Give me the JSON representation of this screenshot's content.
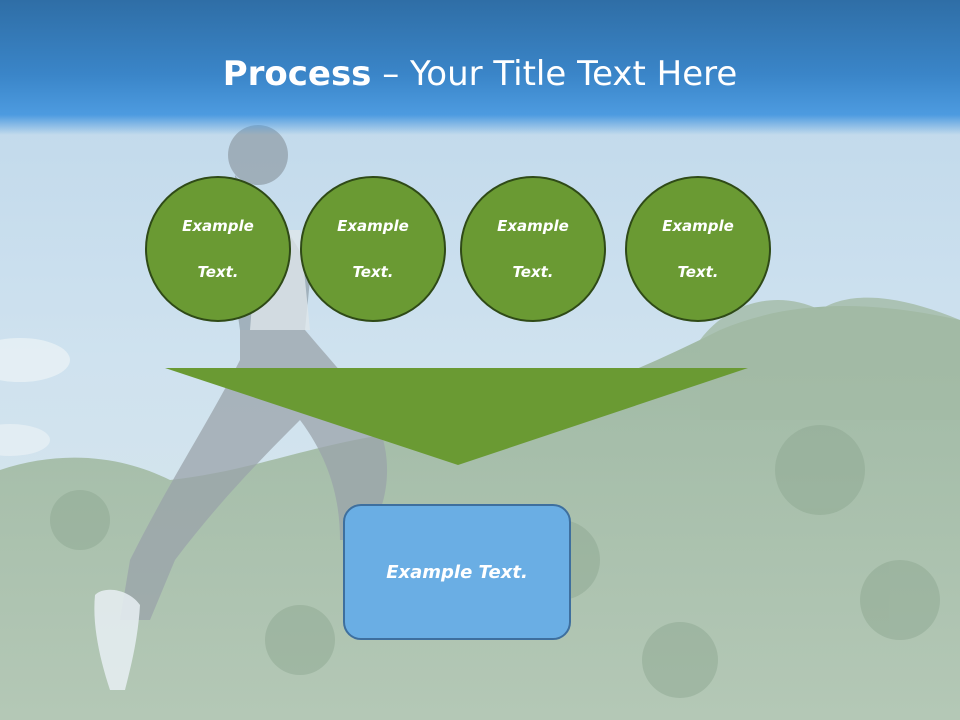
{
  "title": {
    "bold": "Process",
    "rest": " – Your Title Text Here"
  },
  "circles": [
    {
      "line1": "Example",
      "line2": "Text."
    },
    {
      "line1": "Example",
      "line2": "Text."
    },
    {
      "line1": "Example",
      "line2": "Text."
    },
    {
      "line1": "Example",
      "line2": "Text."
    }
  ],
  "result_box": {
    "label": "Example Text."
  },
  "colors": {
    "title_band": "#3a85c8",
    "circle_fill": "#6a9a33",
    "circle_border": "#2f4a17",
    "funnel_fill": "#6a9a33",
    "box_fill": "#6aaee4",
    "box_border": "#3e6f9e"
  },
  "background_scene": "runner-on-grassy-hill-under-blue-sky"
}
